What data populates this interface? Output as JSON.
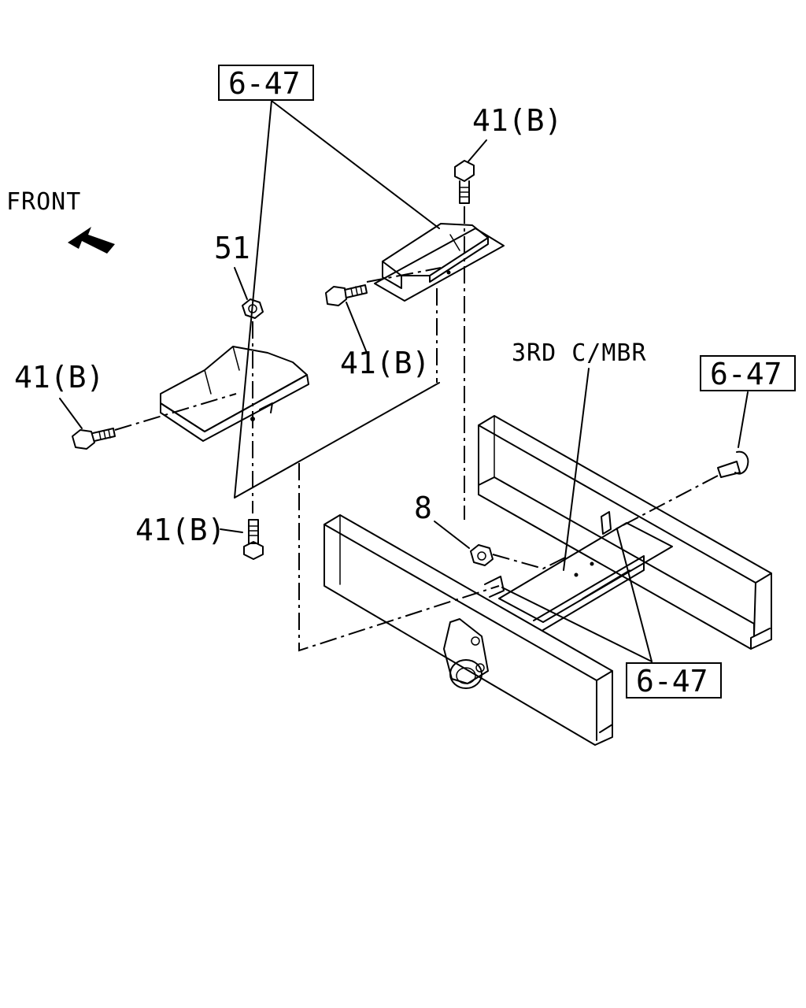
{
  "labels": {
    "front": "FRONT",
    "ref_top": "6-47",
    "ref_right": "6-47",
    "ref_bottom": "6-47",
    "part_41b_top": "41(B)",
    "part_41b_mid": "41(B)",
    "part_41b_left": "41(B)",
    "part_41b_bottom": "41(B)",
    "part_51": "51",
    "part_8": "8",
    "crossmember": "3RD C/MBR"
  },
  "colors": {
    "line": "#000000",
    "background": "#ffffff"
  },
  "icons": {
    "front_arrow": "front-arrow-icon"
  }
}
